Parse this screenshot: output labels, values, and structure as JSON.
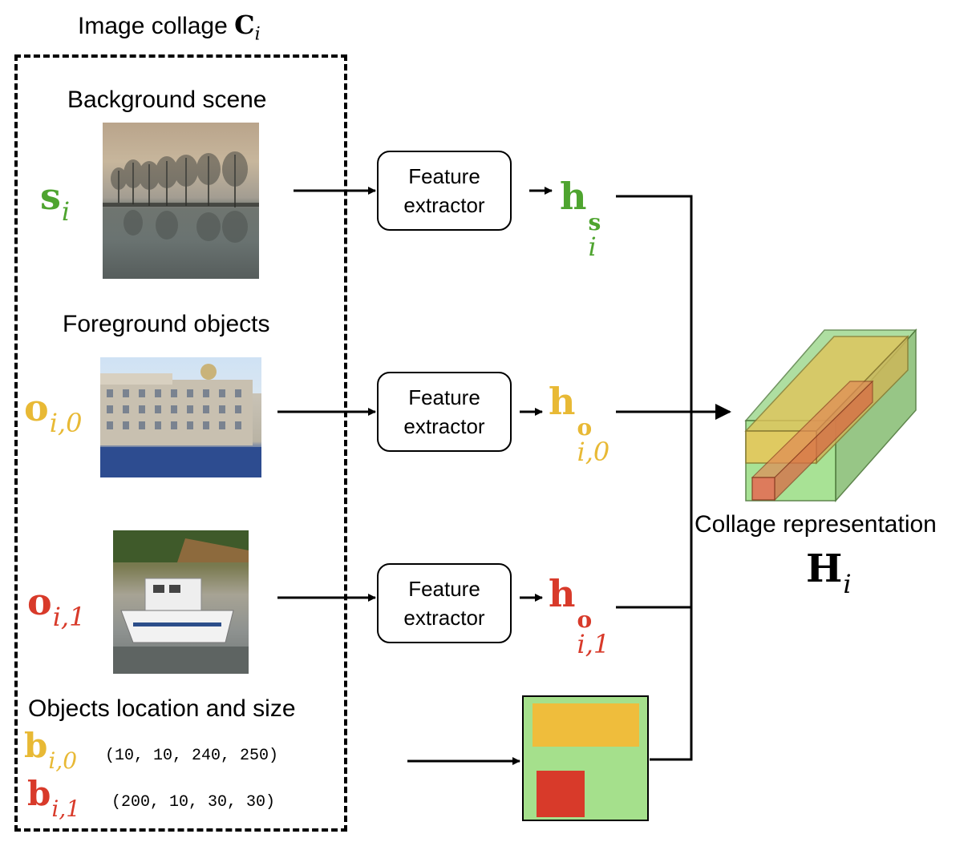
{
  "title": {
    "prefix": "Image collage",
    "symbol": "C",
    "index": "i"
  },
  "background": {
    "label": "Background scene",
    "var": "s",
    "index": "i"
  },
  "foreground": {
    "label": "Foreground objects"
  },
  "objects": [
    {
      "var": "o",
      "index": "i,0",
      "color": "#e8b935"
    },
    {
      "var": "o",
      "index": "i,1",
      "color": "#d83a2a"
    }
  ],
  "feature_extractor": {
    "line1": "Feature",
    "line2": "extractor"
  },
  "features": [
    {
      "var": "h",
      "sup": "s",
      "sub": "i",
      "color": "#4ea42f"
    },
    {
      "var": "h",
      "sup": "o",
      "sub": "i,0",
      "color": "#e8b935"
    },
    {
      "var": "h",
      "sup": "o",
      "sub": "i,1",
      "color": "#d83a2a"
    }
  ],
  "boxes": {
    "label": "Objects location and size",
    "items": [
      {
        "var": "b",
        "index": "i,0",
        "coords": "(10, 10, 240, 250)",
        "color": "#e8b935"
      },
      {
        "var": "b",
        "index": "i,1",
        "coords": "(200, 10, 30, 30)",
        "color": "#d83a2a"
      }
    ]
  },
  "representation": {
    "label": "Collage representation",
    "var": "H",
    "index": "i"
  },
  "colors": {
    "green": "#4ea42f",
    "yellow": "#e8b935",
    "red": "#d83a2a",
    "layout_green": "#a5e08c"
  }
}
